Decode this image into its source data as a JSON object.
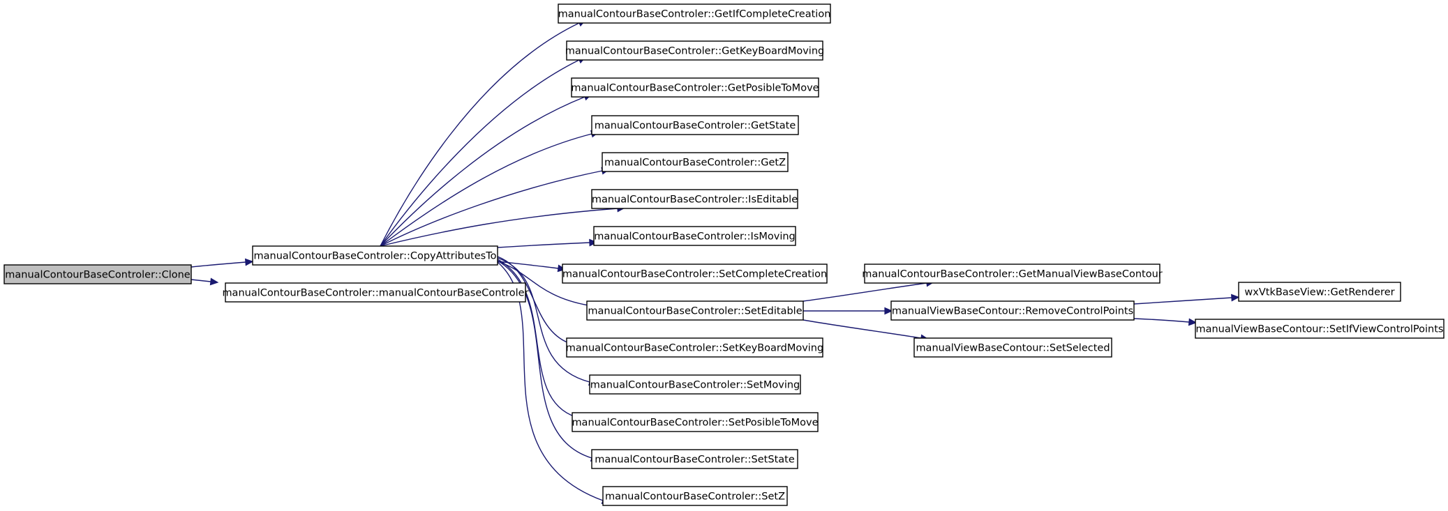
{
  "diagram": {
    "type": "call-graph",
    "colors": {
      "edge": "#191970",
      "root_fill": "#bfbfbf",
      "node_fill": "#ffffff",
      "node_border": "#000000"
    },
    "nodes": [
      {
        "id": "clone",
        "label": "manualContourBaseControler::Clone",
        "root": true
      },
      {
        "id": "copy",
        "label": "manualContourBaseControler::CopyAttributesTo"
      },
      {
        "id": "ctor",
        "label": "manualContourBaseControler::manualContourBaseControler"
      },
      {
        "id": "getIfComplete",
        "label": "manualContourBaseControler::GetIfCompleteCreation"
      },
      {
        "id": "getKeyBoard",
        "label": "manualContourBaseControler::GetKeyBoardMoving"
      },
      {
        "id": "getPosible",
        "label": "manualContourBaseControler::GetPosibleToMove"
      },
      {
        "id": "getState",
        "label": "manualContourBaseControler::GetState"
      },
      {
        "id": "getZ",
        "label": "manualContourBaseControler::GetZ"
      },
      {
        "id": "isEditable",
        "label": "manualContourBaseControler::IsEditable"
      },
      {
        "id": "isMoving",
        "label": "manualContourBaseControler::IsMoving"
      },
      {
        "id": "setComplete",
        "label": "manualContourBaseControler::SetCompleteCreation"
      },
      {
        "id": "setEditable",
        "label": "manualContourBaseControler::SetEditable"
      },
      {
        "id": "setKeyBoard",
        "label": "manualContourBaseControler::SetKeyBoardMoving"
      },
      {
        "id": "setMoving",
        "label": "manualContourBaseControler::SetMoving"
      },
      {
        "id": "setPosible",
        "label": "manualContourBaseControler::SetPosibleToMove"
      },
      {
        "id": "setState",
        "label": "manualContourBaseControler::SetState"
      },
      {
        "id": "setZ",
        "label": "manualContourBaseControler::SetZ"
      },
      {
        "id": "getManualView",
        "label": "manualContourBaseControler::GetManualViewBaseContour"
      },
      {
        "id": "removeCP",
        "label": "manualViewBaseContour::RemoveControlPoints"
      },
      {
        "id": "setSelected",
        "label": "manualViewBaseContour::SetSelected"
      },
      {
        "id": "getRenderer",
        "label": "wxVtkBaseView::GetRenderer"
      },
      {
        "id": "setIfView",
        "label": "manualViewBaseContour::SetIfViewControlPoints"
      }
    ],
    "edges": [
      {
        "from": "clone",
        "to": "copy"
      },
      {
        "from": "clone",
        "to": "ctor"
      },
      {
        "from": "copy",
        "to": "getIfComplete"
      },
      {
        "from": "copy",
        "to": "getKeyBoard"
      },
      {
        "from": "copy",
        "to": "getPosible"
      },
      {
        "from": "copy",
        "to": "getState"
      },
      {
        "from": "copy",
        "to": "getZ"
      },
      {
        "from": "copy",
        "to": "isEditable"
      },
      {
        "from": "copy",
        "to": "isMoving"
      },
      {
        "from": "copy",
        "to": "setComplete"
      },
      {
        "from": "copy",
        "to": "setEditable"
      },
      {
        "from": "copy",
        "to": "setKeyBoard"
      },
      {
        "from": "copy",
        "to": "setMoving"
      },
      {
        "from": "copy",
        "to": "setPosible"
      },
      {
        "from": "copy",
        "to": "setState"
      },
      {
        "from": "copy",
        "to": "setZ"
      },
      {
        "from": "setEditable",
        "to": "getManualView"
      },
      {
        "from": "setEditable",
        "to": "removeCP"
      },
      {
        "from": "setEditable",
        "to": "setSelected"
      },
      {
        "from": "removeCP",
        "to": "getRenderer"
      },
      {
        "from": "removeCP",
        "to": "setIfView"
      }
    ]
  }
}
